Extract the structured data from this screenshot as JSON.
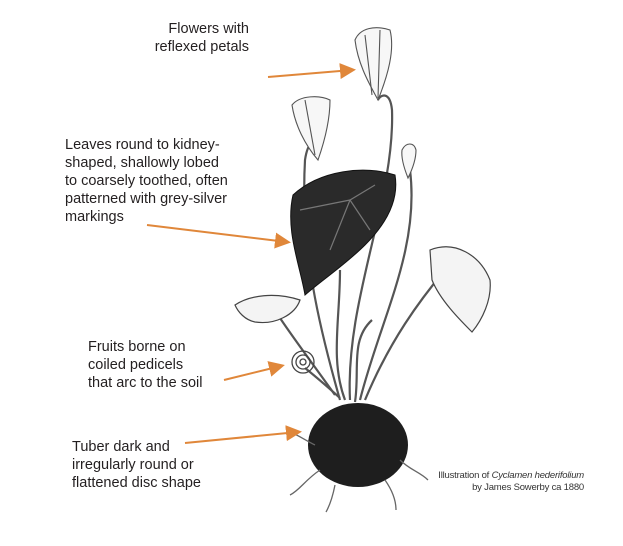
{
  "labels": {
    "flowers": [
      "Flowers with",
      "reflexed petals"
    ],
    "leaves": [
      "Leaves round to kidney-",
      "shaped, shallowly lobed",
      "to coarsely toothed, often",
      "patterned with grey-silver",
      "markings"
    ],
    "fruits": [
      "Fruits borne on",
      "coiled pedicels",
      "that arc to the soil"
    ],
    "tuber": [
      "Tuber dark and",
      "irregularly round or",
      "flattened disc shape"
    ]
  },
  "caption": {
    "prefix": "Illustration of ",
    "species": "Cyclamen hederifolium",
    "credit": "by James Sowerby ca 1880"
  },
  "colors": {
    "arrow": "#e0873a",
    "ink": "#231f20"
  }
}
